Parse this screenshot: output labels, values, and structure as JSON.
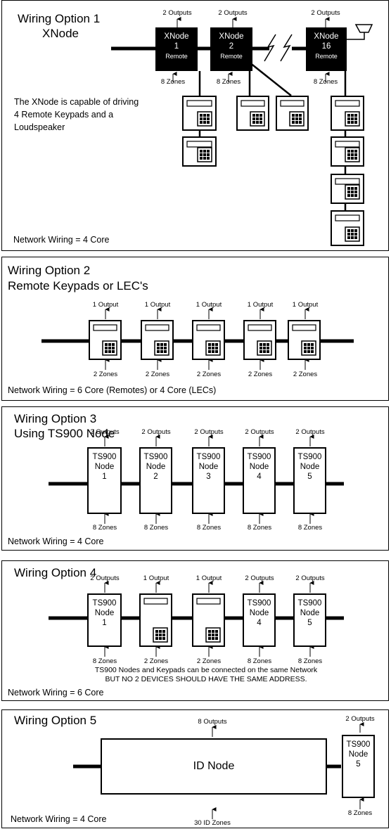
{
  "option1": {
    "title_line1": "Wiring Option 1",
    "title_line2": "XNode",
    "description_lines": [
      "The XNode is capable of driving",
      "4 Remote Keypads and a",
      "Loudspeaker"
    ],
    "nodes": [
      {
        "name": "XNode",
        "num": "1",
        "sub": "Remote",
        "outputs": "2 Outputs",
        "zones": "8 Zones"
      },
      {
        "name": "XNode",
        "num": "2",
        "sub": "Remote",
        "outputs": "2 Outputs",
        "zones": "8 Zones"
      },
      {
        "name": "XNode",
        "num": "16",
        "sub": "Remote",
        "outputs": "2 Outputs",
        "zones": "8 Zones"
      }
    ],
    "footer": "Network Wiring = 4 Core"
  },
  "option2": {
    "title_line1": "Wiring Option 2",
    "title_line2": "Remote Keypads or LEC's",
    "output_label": "1 Output",
    "zone_label": "2 Zones",
    "footer": "Network Wiring = 6 Core (Remotes) or  4 Core (LECs)"
  },
  "option3": {
    "title_line1": "Wiring Option 3",
    "title_line2": "Using TS900 Node",
    "node_name": "TS900",
    "node_word": "Node",
    "numbers": [
      "1",
      "2",
      "3",
      "4",
      "5"
    ],
    "output_label": "2 Outputs",
    "zone_label": "8 Zones",
    "footer": "Network Wiring = 4 Core"
  },
  "option4": {
    "title": "Wiring Option 4",
    "devices": [
      {
        "type": "node",
        "num": "1",
        "outputs": "2 Outputs",
        "zones": "8 Zones"
      },
      {
        "type": "keypad",
        "outputs": "1 Output",
        "zones": "2 Zones"
      },
      {
        "type": "keypad",
        "outputs": "1 Output",
        "zones": "2 Zones"
      },
      {
        "type": "node",
        "num": "4",
        "outputs": "2 Outputs",
        "zones": "8 Zones"
      },
      {
        "type": "node",
        "num": "5",
        "outputs": "2 Outputs",
        "zones": "8 Zones"
      }
    ],
    "node_name": "TS900",
    "node_word": "Node",
    "note_line1": "TS900 Nodes and Keypads can be connected on the same Network",
    "note_line2": "BUT NO 2 DEVICES SHOULD HAVE THE SAME ADDRESS.",
    "footer": "Network Wiring = 6 Core"
  },
  "option5": {
    "title": "Wiring Option 5",
    "id_node_label": "ID Node",
    "id_outputs": "8 Outputs",
    "id_zones": "30 ID Zones",
    "node_name": "TS900",
    "node_word": "Node",
    "node_num": "5",
    "node_outputs": "2 Outputs",
    "node_zones": "8 Zones",
    "footer": "Network Wiring = 4 Core"
  }
}
